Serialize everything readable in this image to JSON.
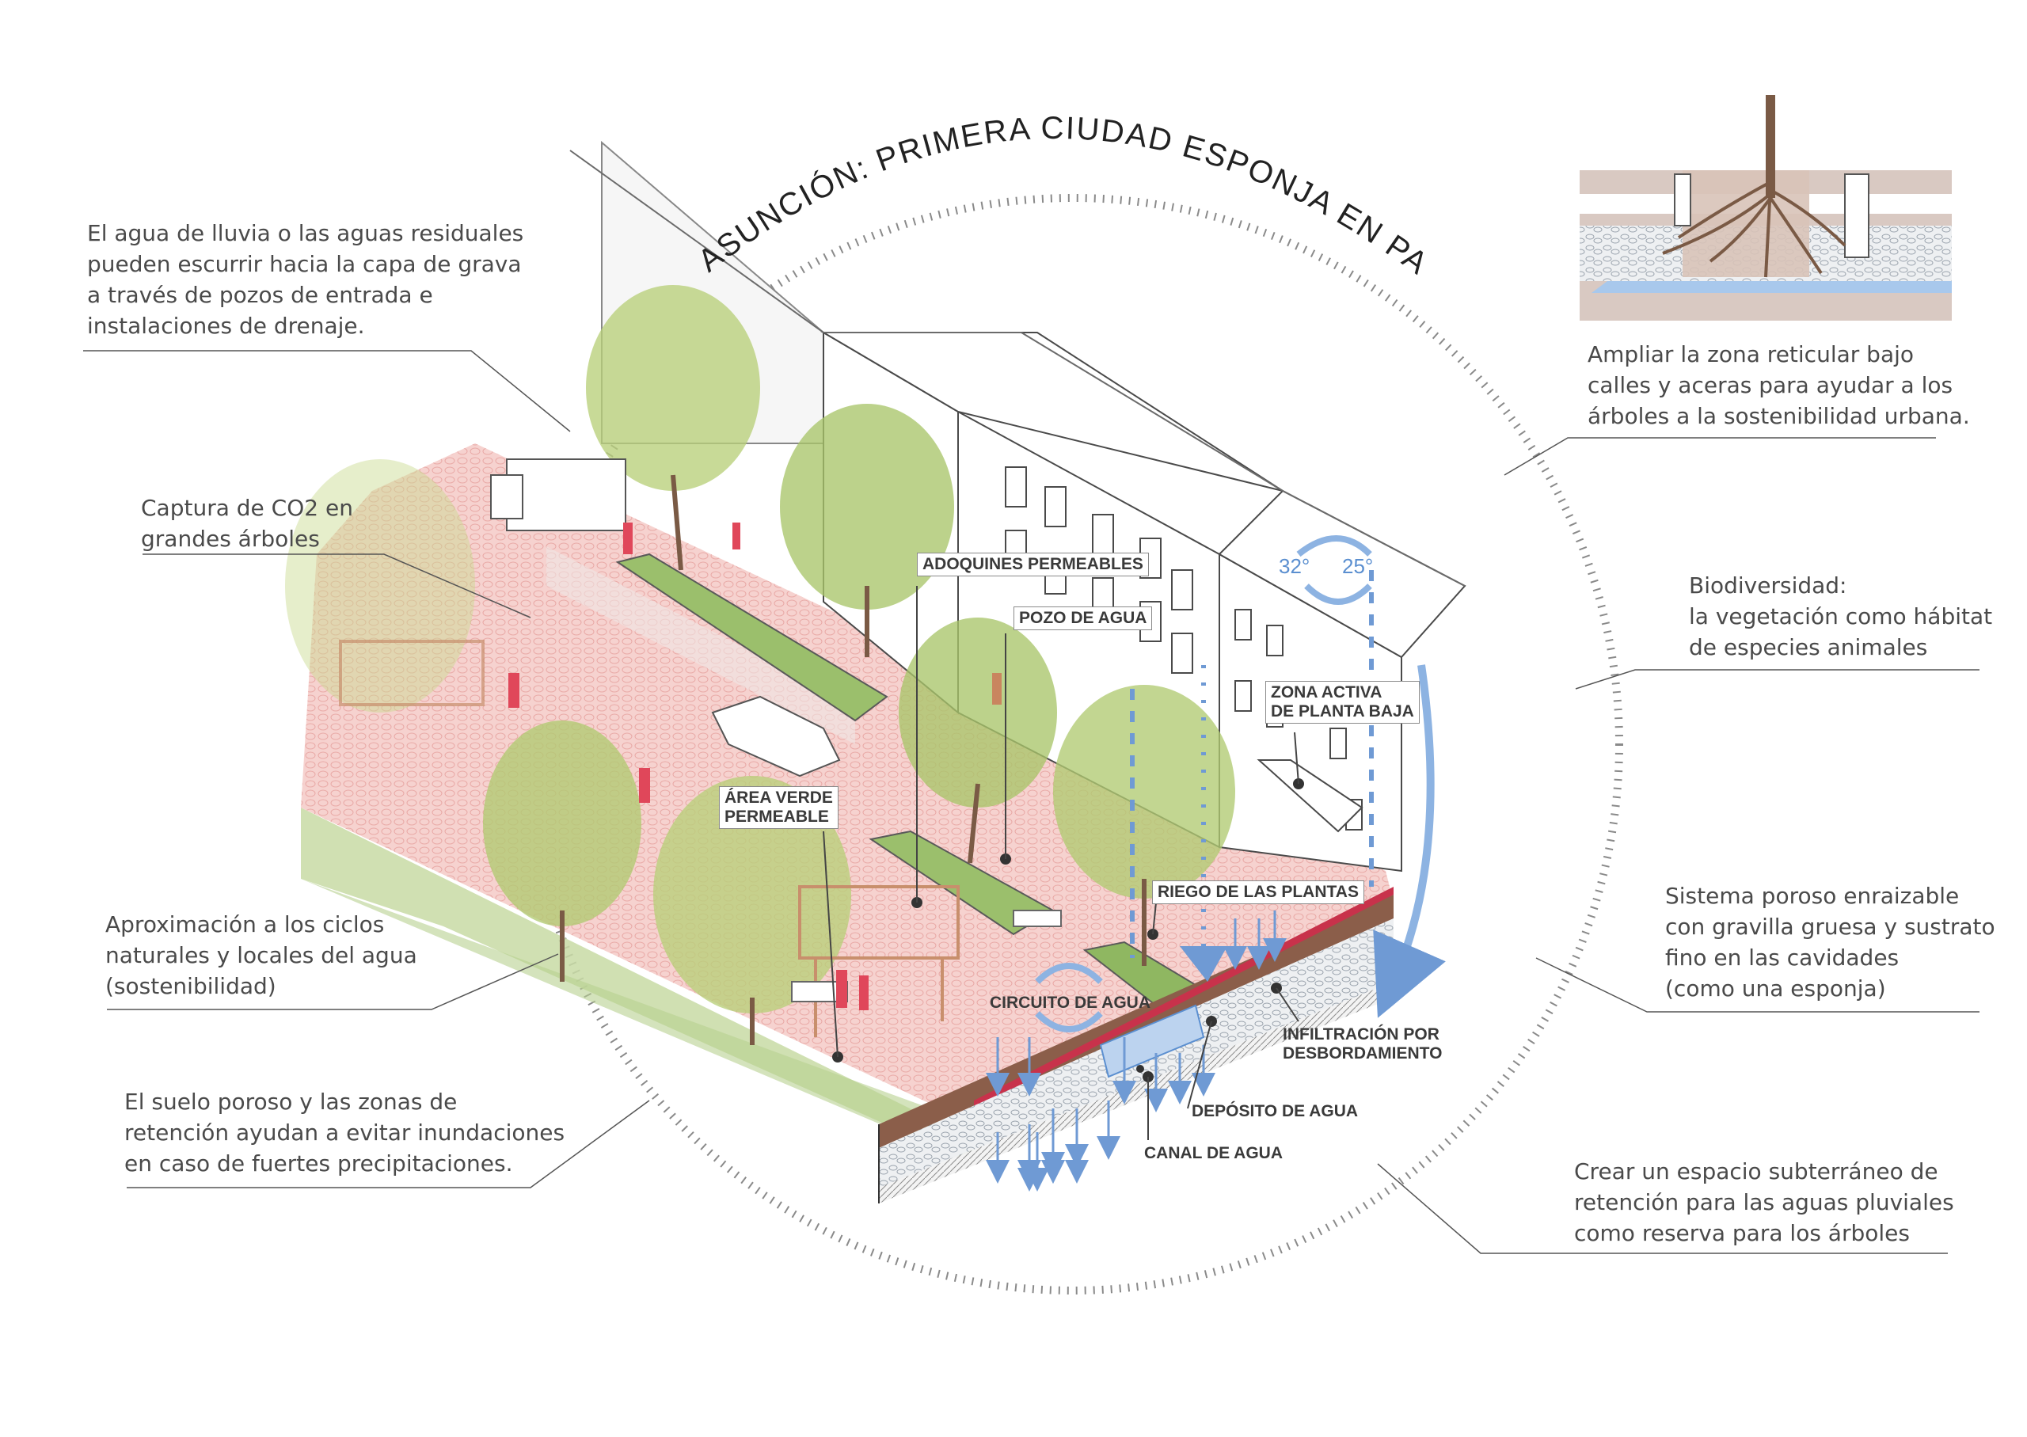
{
  "title": "ASUNCIÓN: PRIMERA CIUDAD ESPONJA EN PARAGUAY",
  "colors": {
    "water": "#7ea9dd",
    "tree": "#b9d07a",
    "paving": "#f4c9c7",
    "people": "#e0475a",
    "text": "#4a4a4a"
  },
  "notes": {
    "rain": "El agua de lluvia o las aguas residuales\npueden escurrir hacia la capa de grava\na través de pozos de entrada e\ninstalaciones de drenaje.",
    "co2": "Captura de CO2 en\ngrandes árboles",
    "cycles": "Aproximación a los ciclos\nnaturales y locales del agua\n(sostenibilidad)",
    "porous_soil": "El suelo poroso y las zonas de\nretención ayudan a evitar inundaciones\nen caso de fuertes precipitaciones.",
    "grid": "Ampliar la zona reticular bajo\ncalles y aceras para ayudar a los\nárboles a la sostenibilidad urbana.",
    "biodiversity": "Biodiversidad:\nla vegetación como hábitat\nde especies animales",
    "porous_system": "Sistema poroso enraizable\ncon gravilla gruesa y sustrato\nfino en las cavidades\n(como una esponja)",
    "underground": "Crear un espacio subterráneo de\nretención para las aguas pluviales\ncomo reserva para los árboles"
  },
  "tags": {
    "adoquines": "ADOQUINES PERMEABLES",
    "pozo": "POZO DE AGUA",
    "zona_activa": "ZONA ACTIVA\nDE PLANTA BAJA",
    "area_verde": "ÁREA VERDE\nPERMEABLE",
    "riego": "RIEGO DE LAS PLANTAS",
    "circuito": "CIRCUITO DE AGUA",
    "infiltracion": "INFILTRACIÓN POR\nDESBORDAMIENTO",
    "deposito": "DEPÓSITO DE AGUA",
    "canal": "CANAL DE AGUA"
  },
  "temperatures": {
    "hot": "32°",
    "cool": "25°"
  }
}
